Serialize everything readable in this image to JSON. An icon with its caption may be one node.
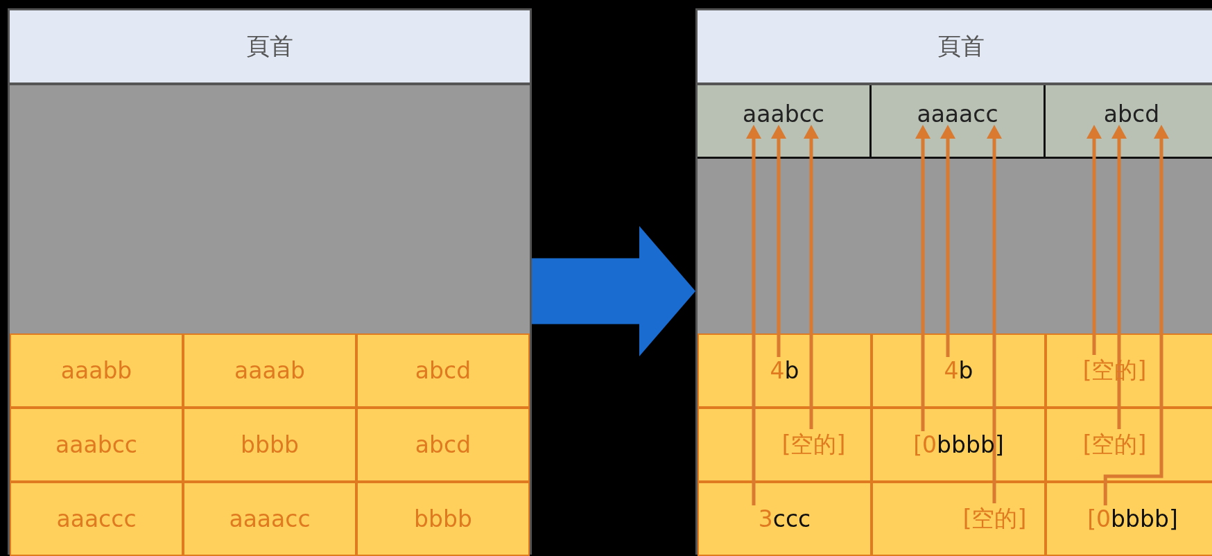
{
  "diagram": {
    "nodes": [
      {
        "text": [],
        "shape": "box"
      },
      {
        "text": [
          "頁首"
        ],
        "in": 0
      },
      {
        "text": [
          "aaabb"
        ],
        "in": 0
      },
      {
        "text": [
          "aaaab"
        ],
        "in": 0
      },
      {
        "text": [
          "abcd"
        ],
        "in": 0
      },
      {
        "text": [
          "aaabcc"
        ],
        "in": 0
      },
      {
        "text": [
          "bbbb"
        ],
        "in": 0
      },
      {
        "text": [
          "abcd"
        ],
        "in": 0
      },
      {
        "text": [
          "aaaccc"
        ],
        "in": 0
      },
      {
        "text": [
          "aaaacc"
        ],
        "in": 0
      },
      {
        "text": [
          "bbbb"
        ],
        "in": 0
      },
      {
        "text": [],
        "shape": "box"
      },
      {
        "text": [
          "頁首"
        ],
        "in": 11
      },
      {
        "text": [
          "aaabcc"
        ],
        "in": 11
      },
      {
        "text": [
          "aaaacc"
        ],
        "in": 11
      },
      {
        "text": [
          "abcd"
        ],
        "in": 11
      },
      {
        "text": [
          "4b"
        ],
        "in": 11
      },
      {
        "text": [
          "4b"
        ],
        "in": 11
      },
      {
        "text": [
          "[空的]"
        ],
        "in": 11
      },
      {
        "text": [
          "[空的]"
        ],
        "in": 11
      },
      {
        "text": [
          "[0bbbb]"
        ],
        "in": 11
      },
      {
        "text": [
          "[空的]"
        ],
        "in": 11
      },
      {
        "text": [
          "3ccc"
        ],
        "in": 11
      },
      {
        "text": [
          "[空的]"
        ],
        "in": 11
      },
      {
        "text": [
          "[0bbbb]"
        ],
        "in": 11
      }
    ],
    "edges": [
      {
        "from": 0,
        "to": 11,
        "arrow": "to",
        "style": "thick",
        "color": "#1a6cd0"
      },
      {
        "from": 22,
        "to": 13,
        "arrow": "to"
      },
      {
        "from": 16,
        "to": 13,
        "arrow": "to"
      },
      {
        "from": 19,
        "to": 13,
        "arrow": "to"
      },
      {
        "from": 20,
        "to": 14,
        "arrow": "to"
      },
      {
        "from": 17,
        "to": 14,
        "arrow": "to"
      },
      {
        "from": 23,
        "to": 14,
        "arrow": "to"
      },
      {
        "from": 18,
        "to": 15,
        "arrow": "to"
      },
      {
        "from": 21,
        "to": 15,
        "arrow": "to"
      },
      {
        "from": 24,
        "to": 15,
        "arrow": "to"
      }
    ]
  }
}
